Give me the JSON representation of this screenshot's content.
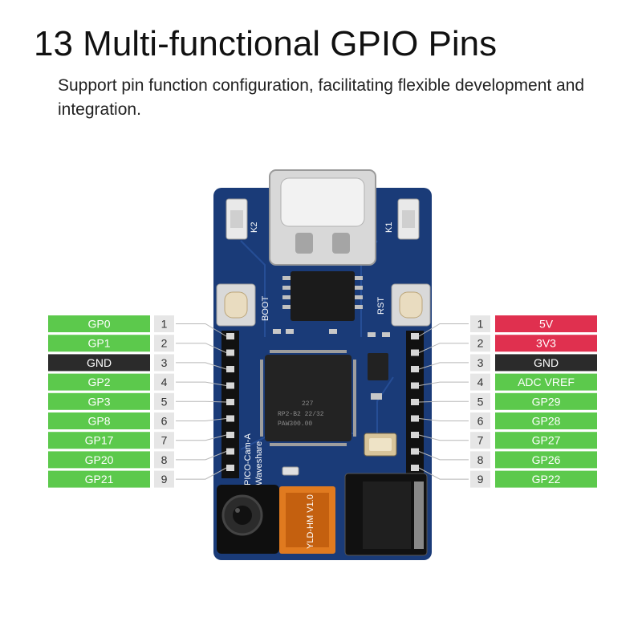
{
  "header": {
    "title": "13 Multi-functional GPIO Pins",
    "subtitle": "Support pin function configuration, facilitating flexible development and integration."
  },
  "colors": {
    "gpio": "#5cc94c",
    "gnd": "#2b2b2b",
    "power": "#e0304f",
    "board": "#1a3b78",
    "number_box": "#e6e6e6"
  },
  "board": {
    "silk_k1": "K1",
    "silk_k2": "K2",
    "silk_boot": "BOOT",
    "silk_rst": "RST",
    "silk_name": "PICO-Cam-A",
    "silk_brand": "Waveshare",
    "chip_line1": "227",
    "chip_line2": "RP2-B2  22/32",
    "chip_line3": "PAW300.00",
    "camera_label": "YLD-HM V1.0"
  },
  "pins": {
    "left": [
      {
        "num": "1",
        "label": "GP0",
        "kind": "gpio"
      },
      {
        "num": "2",
        "label": "GP1",
        "kind": "gpio"
      },
      {
        "num": "3",
        "label": "GND",
        "kind": "gnd"
      },
      {
        "num": "4",
        "label": "GP2",
        "kind": "gpio"
      },
      {
        "num": "5",
        "label": "GP3",
        "kind": "gpio"
      },
      {
        "num": "6",
        "label": "GP8",
        "kind": "gpio"
      },
      {
        "num": "7",
        "label": "GP17",
        "kind": "gpio"
      },
      {
        "num": "8",
        "label": "GP20",
        "kind": "gpio"
      },
      {
        "num": "9",
        "label": "GP21",
        "kind": "gpio"
      }
    ],
    "right": [
      {
        "num": "1",
        "label": "5V",
        "kind": "power"
      },
      {
        "num": "2",
        "label": "3V3",
        "kind": "power"
      },
      {
        "num": "3",
        "label": "GND",
        "kind": "gnd"
      },
      {
        "num": "4",
        "label": "ADC VREF",
        "kind": "gpio"
      },
      {
        "num": "5",
        "label": "GP29",
        "kind": "gpio"
      },
      {
        "num": "6",
        "label": "GP28",
        "kind": "gpio"
      },
      {
        "num": "7",
        "label": "GP27",
        "kind": "gpio"
      },
      {
        "num": "8",
        "label": "GP26",
        "kind": "gpio"
      },
      {
        "num": "9",
        "label": "GP22",
        "kind": "gpio"
      }
    ]
  }
}
